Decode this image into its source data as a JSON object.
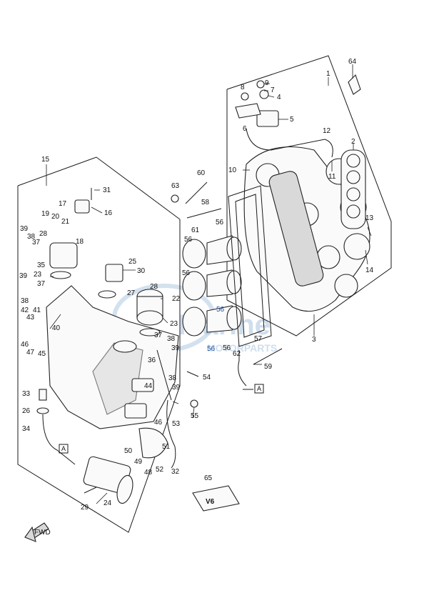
{
  "callouts": {
    "c1": "1",
    "c2": "2",
    "c3": "3",
    "c4": "4",
    "c5": "5",
    "c6": "6",
    "c7": "7",
    "c8": "8",
    "c9": "9",
    "c10": "10",
    "c11": "11",
    "c12": "12",
    "c13": "13",
    "c14": "14",
    "c15": "15",
    "c16": "16",
    "c17": "17",
    "c18": "18",
    "c19": "19",
    "c20": "20",
    "c21": "21",
    "c22": "22",
    "c23a": "23",
    "c23b": "23",
    "c24": "24",
    "c25": "25",
    "c26": "26",
    "c27": "27",
    "c28a": "28",
    "c28b": "28",
    "c29": "29",
    "c30": "30",
    "c31": "31",
    "c32": "32",
    "c33": "33",
    "c34": "34",
    "c35": "35",
    "c36": "36",
    "c37a": "37",
    "c37b": "37",
    "c37c": "37",
    "c38a": "38",
    "c38b": "38",
    "c38c": "38",
    "c38d": "38",
    "c39a": "39",
    "c39b": "39",
    "c39c": "39",
    "c39d": "39",
    "c40": "40",
    "c41": "41",
    "c42": "42",
    "c43": "43",
    "c44": "44",
    "c45": "45",
    "c46a": "46",
    "c46b": "46",
    "c47": "47",
    "c48": "48",
    "c49": "49",
    "c50": "50",
    "c51": "51",
    "c52": "52",
    "c53": "53",
    "c54": "54",
    "c55": "55",
    "c56a": "56",
    "c56b": "56",
    "c56c": "56",
    "c56d": "56",
    "c56e": "56",
    "c56f": "56",
    "c57": "57",
    "c58": "58",
    "c59": "59",
    "c60": "60",
    "c61": "61",
    "c62": "62",
    "c63": "63",
    "c64": "64",
    "c65": "65"
  },
  "reference_boxes": {
    "box_a1": "A",
    "box_a2": "A"
  },
  "badge": {
    "fwd": "FWD",
    "v6": "V6"
  },
  "watermark": {
    "word1": "Marine",
    "word2": "MOTORPARTS"
  },
  "colors": {
    "line": "#1a1a1a",
    "blue_callout": "#1e4f9c",
    "watermark": "#a8c4e0"
  }
}
